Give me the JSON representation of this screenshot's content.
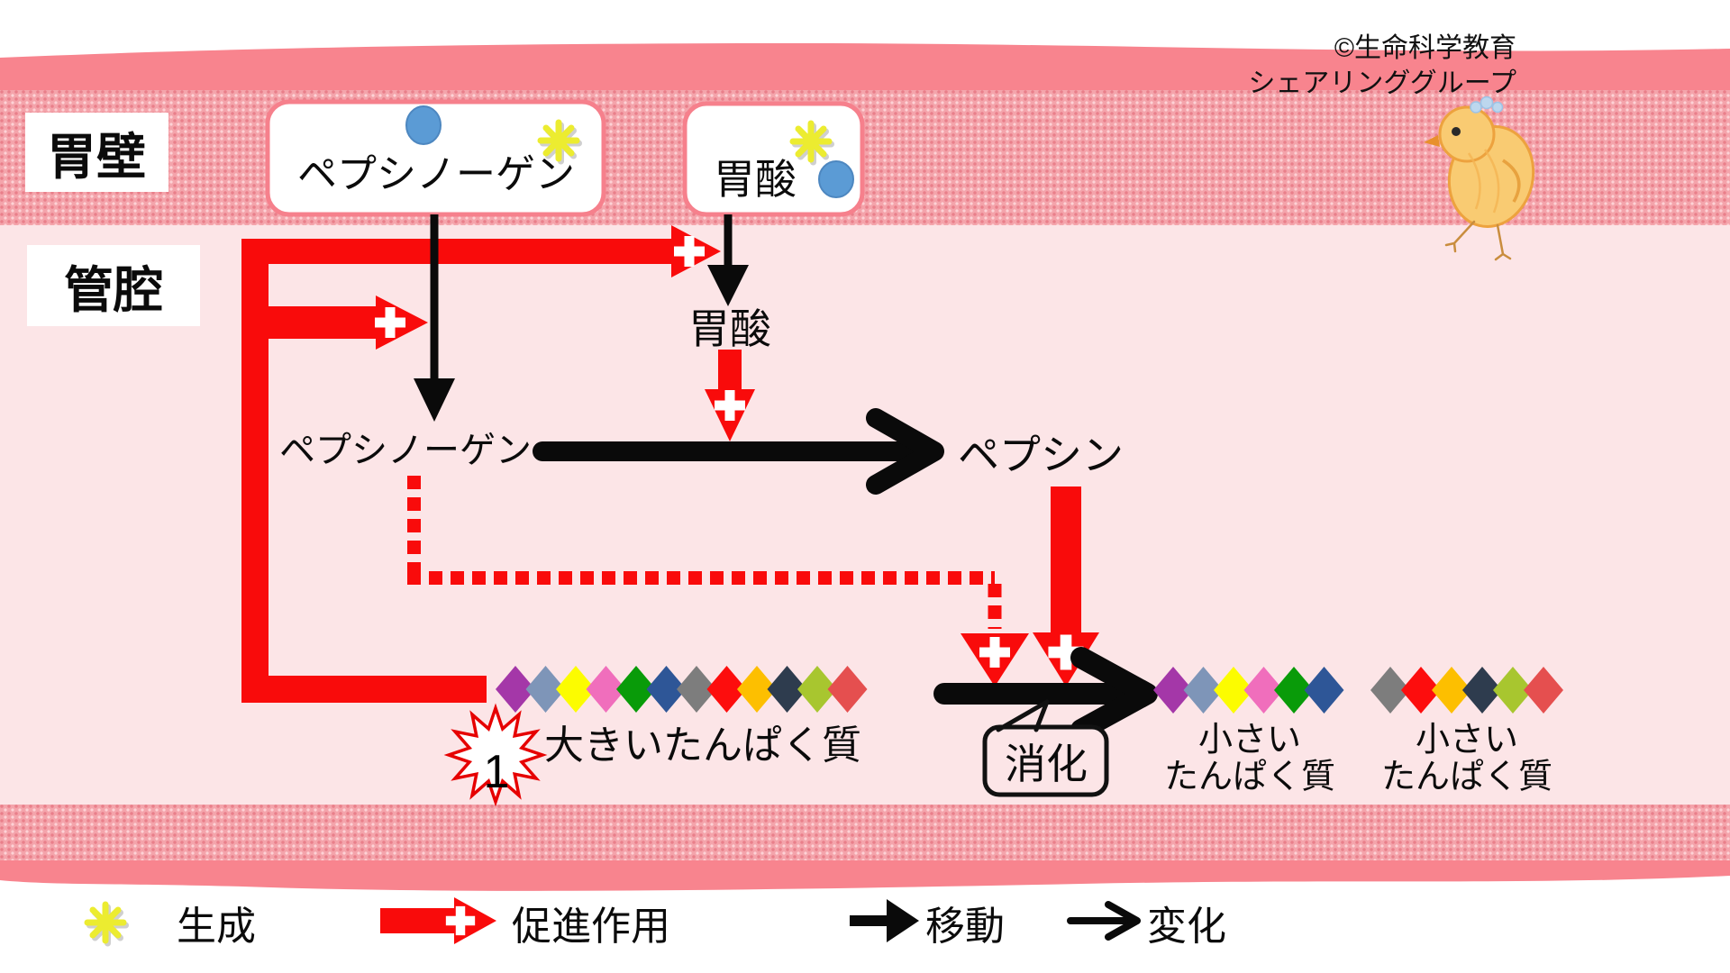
{
  "copyright": {
    "line1": "©生命科学教育",
    "line2": "シェアリンググループ"
  },
  "regions": {
    "stomach_wall": "胃壁",
    "lumen": "管腔"
  },
  "wall_boxes": {
    "pepsinogen": "ペプシノーゲン",
    "gastric_acid": "胃酸"
  },
  "lumen_labels": {
    "pepsinogen": "ペプシノーゲン",
    "gastric_acid": "胃酸",
    "pepsin": "ペプシン"
  },
  "proteins": {
    "large": {
      "label": "大きいたんぱく質",
      "colors": [
        "#a437a8",
        "#7e95b8",
        "#fcfc00",
        "#f06ebc",
        "#099b09",
        "#2e5697",
        "#7d7d7d",
        "#fd0d0d",
        "#fdbf00",
        "#2e3c4e",
        "#a8c62f",
        "#e54f4f"
      ]
    },
    "small1": {
      "label_line1": "小さい",
      "label_line2": "たんぱく質",
      "colors": [
        "#a437a8",
        "#7e95b8",
        "#fcfc00",
        "#f06ebc",
        "#099b09",
        "#2e5697"
      ]
    },
    "small2": {
      "label_line1": "小さい",
      "label_line2": "たんぱく質",
      "colors": [
        "#7d7d7d",
        "#fd0d0d",
        "#fdbf00",
        "#2e3c4e",
        "#a8c62f",
        "#e54f4f"
      ]
    }
  },
  "digestion_label": "消化",
  "step_badge": "1",
  "legend": {
    "production": "生成",
    "promotion": "促進作用",
    "movement": "移動",
    "change": "変化"
  },
  "colors": {
    "promote_red": "#f90b0b",
    "band_salmon": "#f8848e",
    "band_texture_base": "#f4a4ab",
    "lumen_pink": "#fce5e7",
    "box_border_salmon": "#f6808c",
    "particle_blue": "#5b9bd5",
    "asterisk_yellow": "#ecec30"
  }
}
